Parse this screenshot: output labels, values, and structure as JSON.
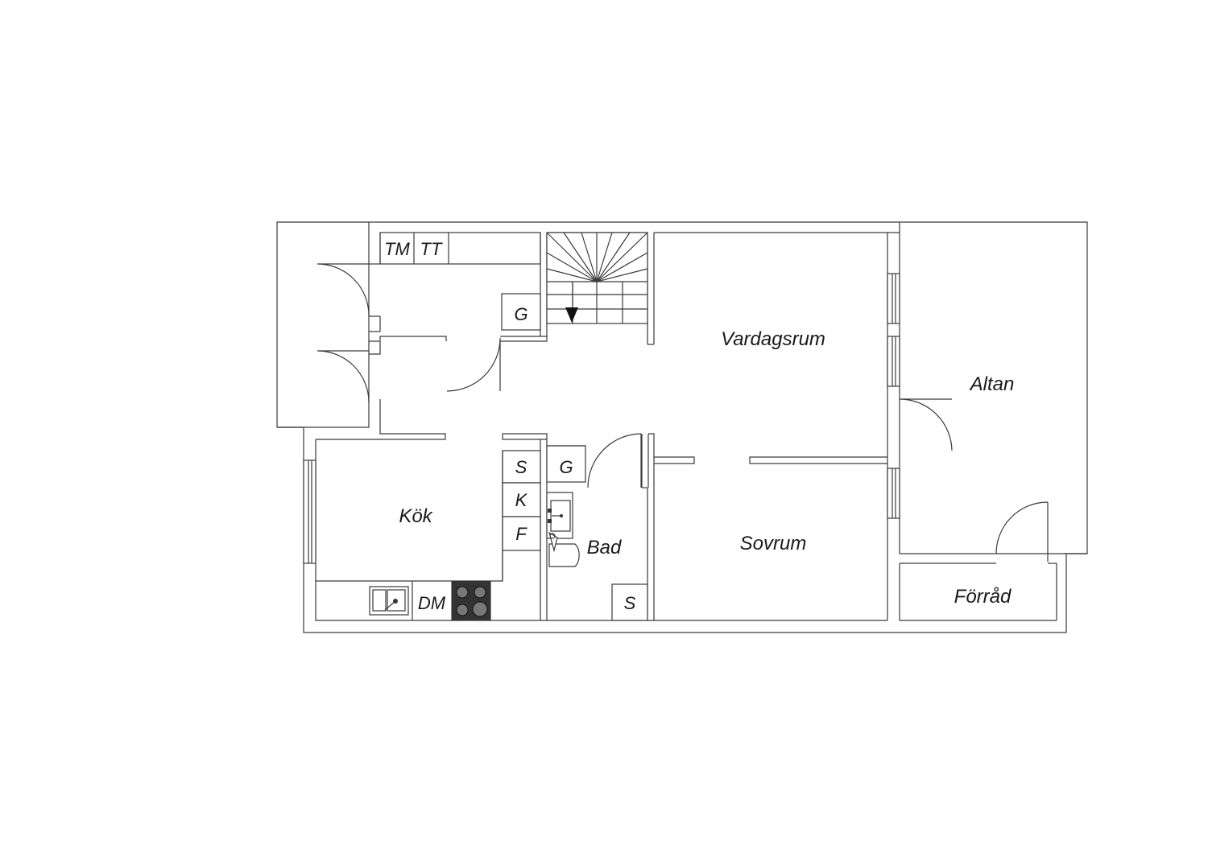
{
  "rooms": {
    "vardagsrum": "Vardagsrum",
    "altan": "Altan",
    "kok": "Kök",
    "bad": "Bad",
    "sovrum": "Sovrum",
    "forrad": "Förråd"
  },
  "fixtures": {
    "tm": "TM",
    "tt": "TT",
    "g_hall": "G",
    "s_kitchen": "S",
    "k_kitchen": "K",
    "f_kitchen": "F",
    "g_bath": "G",
    "dm": "DM",
    "s_bath": "S"
  },
  "icons": [
    "stair-arrow-icon",
    "sink-icon",
    "stove-icon",
    "toilet-icon",
    "washbasin-icon",
    "window-icon",
    "door-swing-icon"
  ],
  "colors": {
    "line": "#3a3a3a",
    "stove": "#333333",
    "background": "#ffffff"
  }
}
